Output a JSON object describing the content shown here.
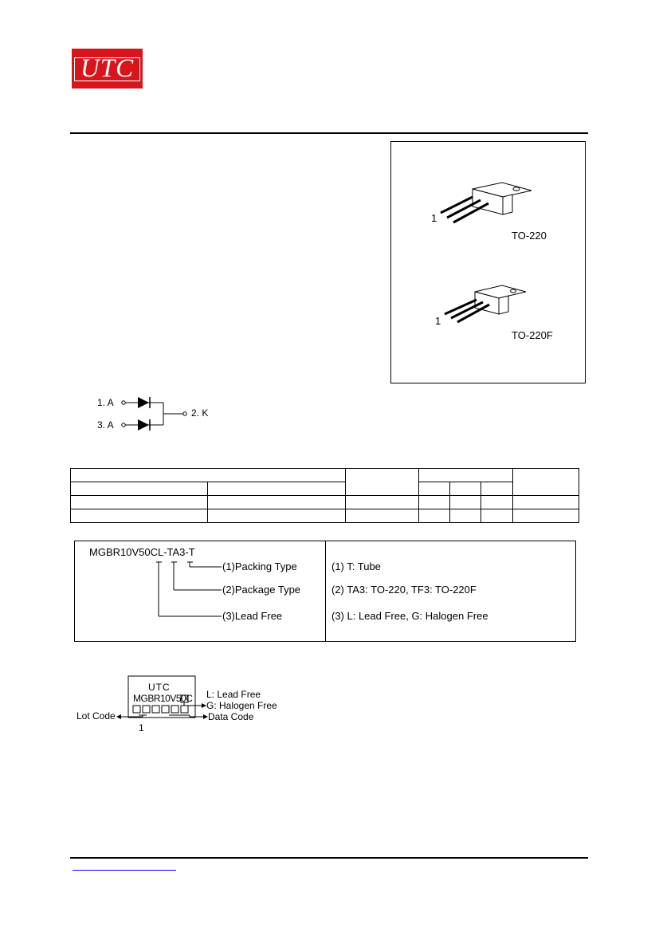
{
  "logo": {
    "text": "UTC",
    "color": "#d9151c"
  },
  "packages": [
    {
      "pin": "1",
      "name": "TO-220"
    },
    {
      "pin": "1",
      "name": "TO-220F"
    }
  ],
  "pin_diagram": {
    "anode1": "1. A",
    "anode3": "3. A",
    "cathode": "2. K"
  },
  "ordering": {
    "part_code": "MGBR10V50CL-TA3-T",
    "items": [
      {
        "label": "(1)Packing Type",
        "desc": "(1) T: Tube"
      },
      {
        "label": "(2)Package Type",
        "desc": "(2) TA3: TO-220, TF3: TO-220F"
      },
      {
        "label": "(3)Lead Free",
        "desc": "(3) L: Lead Free, G: Halogen Free"
      }
    ]
  },
  "marking": {
    "brand": "UTC",
    "part": "MGBR10V50C",
    "lead_free": "L: Lead Free",
    "halogen_free": "G: Halogen Free",
    "lot_code": "Lot Code",
    "data_code": "Data Code",
    "pin": "1"
  }
}
